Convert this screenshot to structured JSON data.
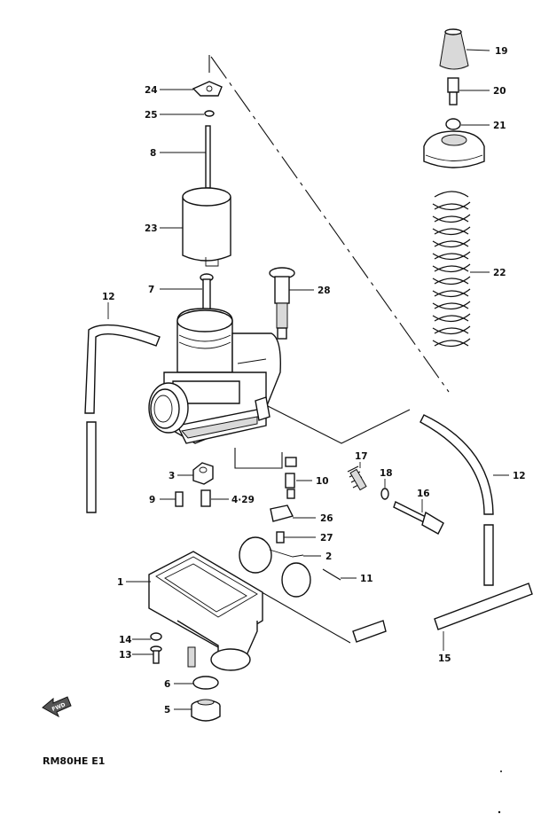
{
  "diagram": {
    "model_code": "RM80HE E1",
    "fwd_label": "FWD",
    "callouts": [
      {
        "id": "19",
        "label": "19"
      },
      {
        "id": "20",
        "label": "20"
      },
      {
        "id": "21",
        "label": "21"
      },
      {
        "id": "22",
        "label": "22"
      },
      {
        "id": "24",
        "label": "24"
      },
      {
        "id": "25",
        "label": "25"
      },
      {
        "id": "8",
        "label": "8"
      },
      {
        "id": "23",
        "label": "23"
      },
      {
        "id": "7",
        "label": "7"
      },
      {
        "id": "28",
        "label": "28"
      },
      {
        "id": "12a",
        "label": "12"
      },
      {
        "id": "12b",
        "label": "12"
      },
      {
        "id": "17",
        "label": "17"
      },
      {
        "id": "18",
        "label": "18"
      },
      {
        "id": "16",
        "label": "16"
      },
      {
        "id": "3",
        "label": "3"
      },
      {
        "id": "10",
        "label": "10"
      },
      {
        "id": "9",
        "label": "9"
      },
      {
        "id": "4-29",
        "label": "4·29"
      },
      {
        "id": "26",
        "label": "26"
      },
      {
        "id": "27",
        "label": "27"
      },
      {
        "id": "2",
        "label": "2"
      },
      {
        "id": "11",
        "label": "11"
      },
      {
        "id": "1",
        "label": "1"
      },
      {
        "id": "14",
        "label": "14"
      },
      {
        "id": "13",
        "label": "13"
      },
      {
        "id": "15",
        "label": "15"
      },
      {
        "id": "6",
        "label": "6"
      },
      {
        "id": "5",
        "label": "5"
      }
    ]
  }
}
